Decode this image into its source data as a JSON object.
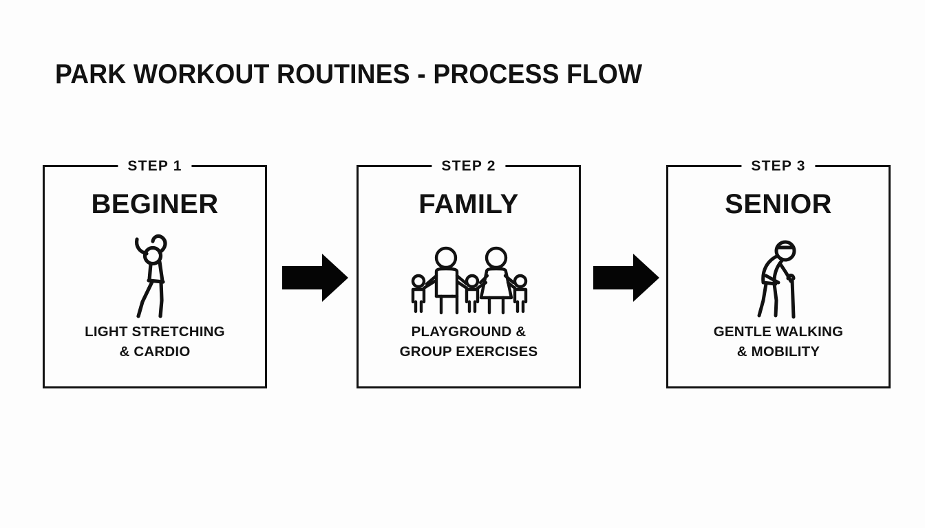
{
  "page": {
    "title": "PARK WORKOUT ROUTINES - PROCESS FLOW",
    "background_color": "#fdfdfd",
    "ink_color": "#121212"
  },
  "flow": {
    "steps": [
      {
        "step_label": "STEP 1",
        "heading": "BEGINER",
        "icon": "stretching-person-icon",
        "caption_line1": "LIGHT STRETCHING",
        "caption_line2": "& CARDIO"
      },
      {
        "step_label": "STEP 2",
        "heading": "FAMILY",
        "icon": "family-group-icon",
        "caption_line1": "PLAYGROUND &",
        "caption_line2": "GROUP EXERCISES"
      },
      {
        "step_label": "STEP 3",
        "heading": "SENIOR",
        "icon": "elderly-person-with-cane-icon",
        "caption_line1": "GENTLE WALKING",
        "caption_line2": "& MOBILITY"
      }
    ],
    "connectors": [
      {
        "name": "arrow-step1-to-step2",
        "direction": "right"
      },
      {
        "name": "arrow-step2-to-step3",
        "direction": "right"
      }
    ]
  }
}
